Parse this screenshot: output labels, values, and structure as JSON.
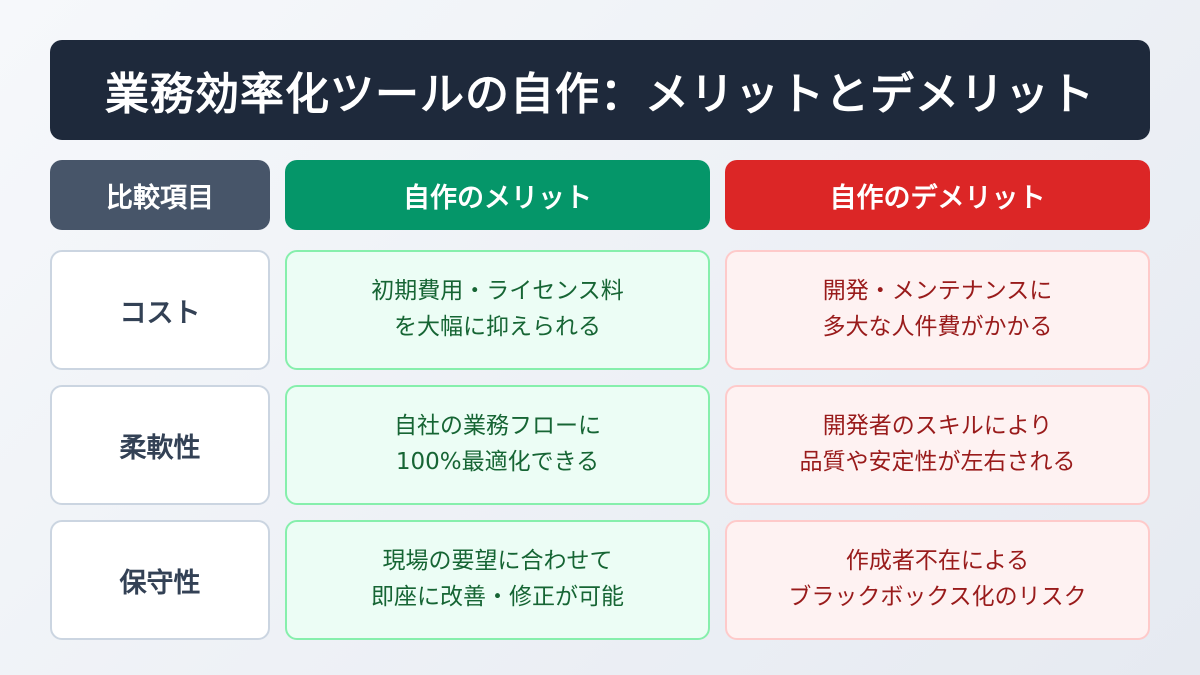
{
  "title": "業務効率化ツールの自作：メリットとデメリット",
  "headers": {
    "item": "比較項目",
    "merit": "自作のメリット",
    "demerit": "自作のデメリット"
  },
  "rows": [
    {
      "label": "コスト",
      "merit": [
        "初期費用・ライセンス料",
        "を大幅に抑えられる"
      ],
      "demerit": [
        "開発・メンテナンスに",
        "多大な人件費がかかる"
      ]
    },
    {
      "label": "柔軟性",
      "merit": [
        "自社の業務フローに",
        "100%最適化できる"
      ],
      "demerit": [
        "開発者のスキルにより",
        "品質や安定性が左右される"
      ]
    },
    {
      "label": "保守性",
      "merit": [
        "現場の要望に合わせて",
        "即座に改善・修正が可能"
      ],
      "demerit": [
        "作成者不在による",
        "ブラックボックス化のリスク"
      ]
    }
  ],
  "colors": {
    "title_bg": "#1e293b",
    "item_header": "#475569",
    "merit_header": "#059669",
    "demerit_header": "#dc2626",
    "merit_text": "#166534",
    "demerit_text": "#991b1b"
  }
}
